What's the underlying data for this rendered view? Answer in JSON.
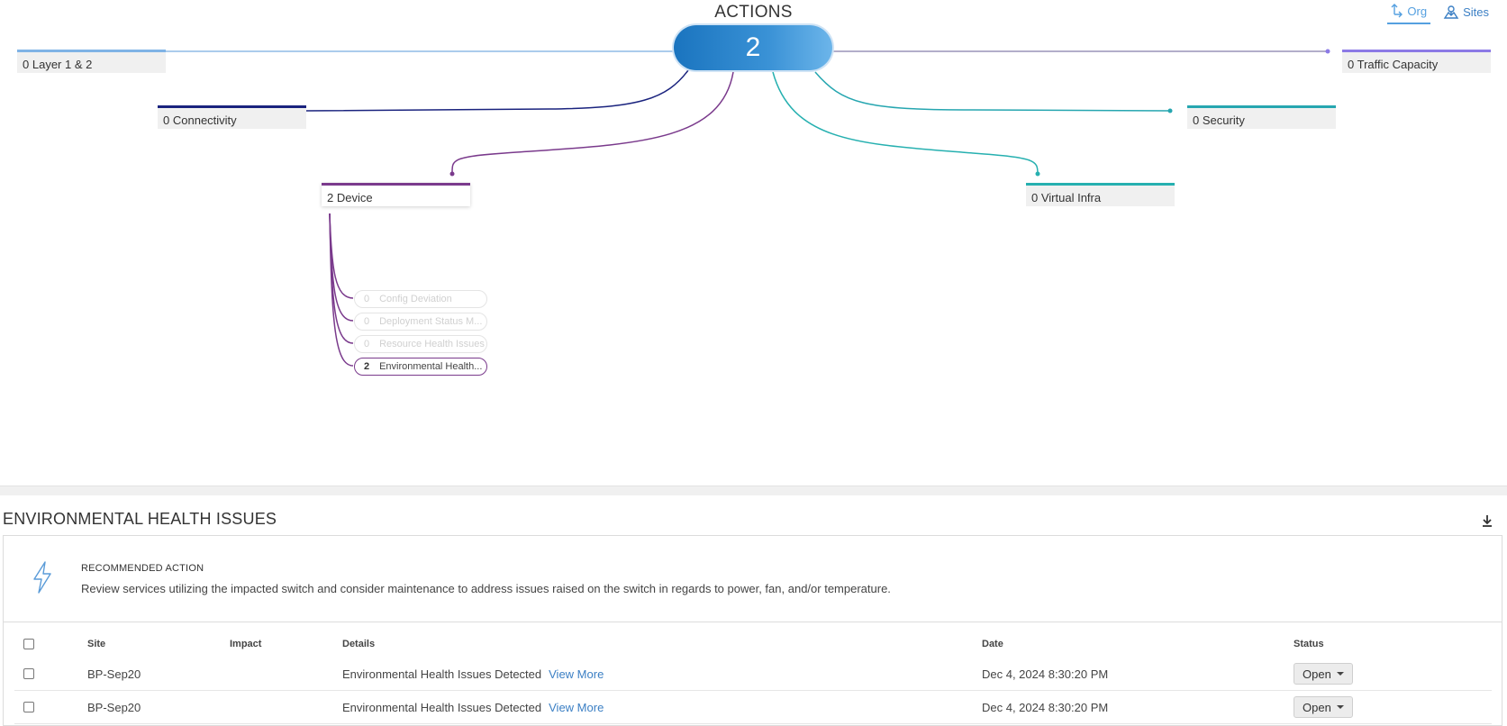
{
  "header": {
    "title": "ACTIONS"
  },
  "total_count": "2",
  "view_tabs": [
    {
      "label": "Org",
      "icon": "org-icon",
      "active": true
    },
    {
      "label": "Sites",
      "icon": "sites-icon",
      "active": false
    }
  ],
  "categories": {
    "layer12": {
      "count": "0",
      "label": "Layer 1 & 2",
      "color": "#7fb3e6"
    },
    "connectivity": {
      "count": "0",
      "label": "Connectivity",
      "color": "#1a237e"
    },
    "device": {
      "count": "2",
      "label": "Device",
      "color": "#7a3a8c"
    },
    "traffic": {
      "count": "0",
      "label": "Traffic Capacity",
      "color": "#8c7ae6"
    },
    "security": {
      "count": "0",
      "label": "Security",
      "color": "#26a6b0"
    },
    "virtual_infra": {
      "count": "0",
      "label": "Virtual Infra",
      "color": "#26b0b0"
    }
  },
  "device_subcategories": [
    {
      "count": "0",
      "label": "Config Deviation"
    },
    {
      "count": "0",
      "label": "Deployment Status M..."
    },
    {
      "count": "0",
      "label": "Resource Health Issues"
    },
    {
      "count": "2",
      "label": "Environmental Health..."
    }
  ],
  "section": {
    "title": "ENVIRONMENTAL HEALTH ISSUES",
    "recommended_title": "RECOMMENDED ACTION",
    "recommended_text": "Review services utilizing the impacted switch and consider maintenance to address issues raised on the switch in regards to power, fan, and/or temperature."
  },
  "table": {
    "columns": {
      "site": "Site",
      "impact": "Impact",
      "details": "Details",
      "date": "Date",
      "status": "Status"
    },
    "rows": [
      {
        "site": "BP-Sep20",
        "impact": "",
        "details": "Environmental Health Issues Detected",
        "link": "View More",
        "date": "Dec 4, 2024 8:30:20 PM",
        "status": "Open"
      },
      {
        "site": "BP-Sep20",
        "impact": "",
        "details": "Environmental Health Issues Detected",
        "link": "View More",
        "date": "Dec 4, 2024 8:30:20 PM",
        "status": "Open"
      }
    ]
  }
}
